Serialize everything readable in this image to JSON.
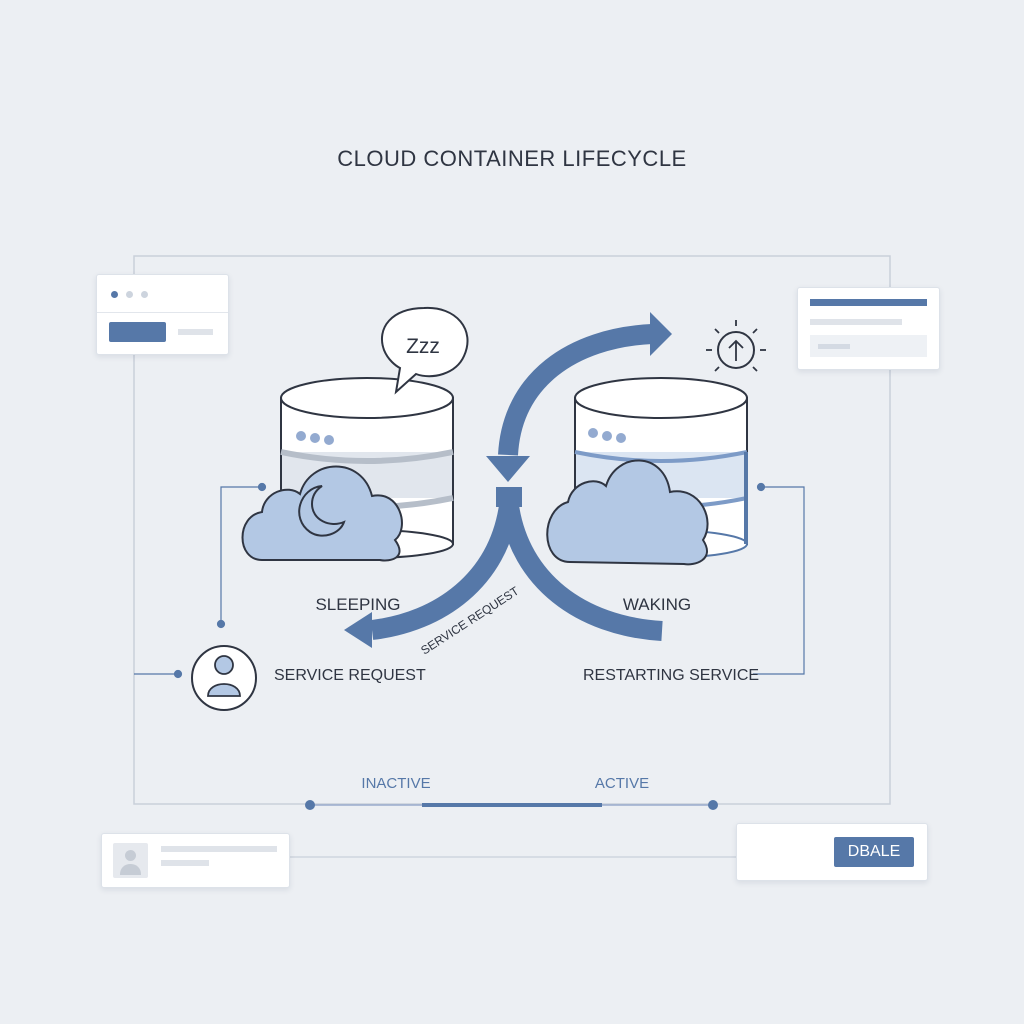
{
  "title": "CLOUD CONTAINER LIFECYCLE",
  "labels": {
    "sleeping": "SLEEPING",
    "waking": "WAKING",
    "service_request_curved": "SERVICE REQUEST",
    "service_request": "SERVICE REQUEST",
    "restarting_service": "RESTARTING SERVICE",
    "sleep_bubble": "Zzz"
  },
  "timeline": {
    "inactive": "INACTIVE",
    "active": "ACTIVE"
  },
  "action_card": {
    "button_label": "DBALE"
  },
  "colors": {
    "accent": "#5678a8",
    "cloud_fill": "#b3c8e4",
    "stroke": "#2f3542",
    "background": "#eceff3"
  },
  "icons": {
    "sleep": "moon-icon",
    "wake": "sunrise-icon",
    "user": "user-icon",
    "speech": "speech-bubble-icon"
  }
}
